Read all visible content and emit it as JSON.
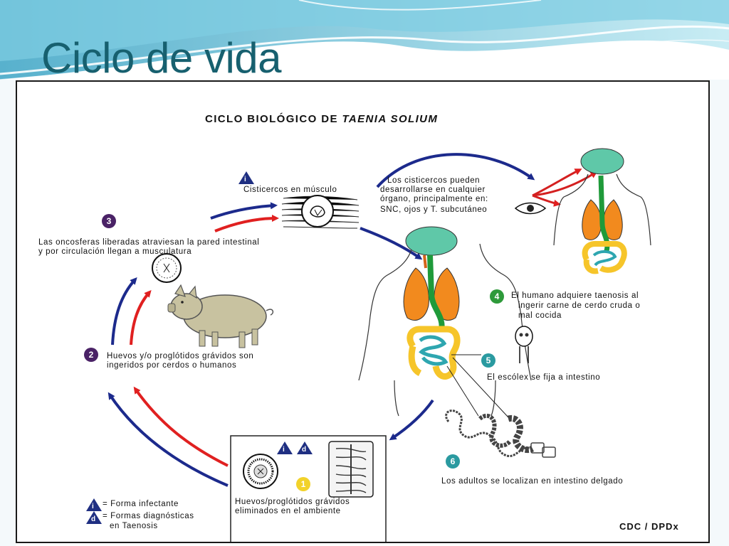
{
  "slide": {
    "title": "Ciclo de vida"
  },
  "diagram": {
    "heading_prefix": "CICLO BIOLÓGICO DE ",
    "heading_species": "TAENIA SOLIUM",
    "credit": "CDC / DPDx",
    "legend": {
      "infective_letter": "i",
      "infective_text": "= Forma infectante",
      "diagnostic_letter": "d",
      "diagnostic_text_1": "= Formas diagnósticas",
      "diagnostic_text_2": "en Taenosis"
    },
    "stages": [
      {
        "number": "1",
        "lines": [
          "Huevos/proglótidos grávidos",
          "eliminados en el ambiente"
        ],
        "color": "#f2d22a"
      },
      {
        "number": "2",
        "lines": [
          "Huevos y/o proglótidos grávidos son",
          "ingeridos por cerdos o humanos"
        ],
        "color": "#4a2266"
      },
      {
        "number": "3",
        "lines": [
          "Las oncosferas liberadas atraviesan la pared intestinal",
          "y por circulación llegan a musculatura"
        ],
        "color": "#4a2266"
      },
      {
        "number": "",
        "lines": [
          "Cisticercos   en músculo"
        ],
        "color": "#1f4ea0"
      },
      {
        "number": "",
        "lines": [
          "Los cisticercos pueden",
          "desarrollarse en cualquier",
          "órgano, principalmente en:",
          "SNC, ojos y T. subcutáneo"
        ],
        "color": "#1f4ea0"
      },
      {
        "number": "4",
        "lines": [
          "El humano adquiere taenosis al",
          "ingerir carne de cerdo cruda o",
          "mal cocida"
        ],
        "color": "#2e9a3a"
      },
      {
        "number": "5",
        "lines": [
          "El escólex se fija a intestino"
        ],
        "color": "#2a9aa0"
      },
      {
        "number": "6",
        "lines": [
          "Los adultos se localizan en intestino delgado"
        ],
        "color": "#2a9aa0"
      }
    ],
    "badge_letters": {
      "i": "i",
      "d": "d"
    }
  },
  "colors": {
    "title": "#17606f",
    "arrow_blue": "#1c2a8c",
    "arrow_red": "#e02020",
    "brain": "#5fc8a8",
    "lungs": "#f28a1e",
    "intestine_large": "#f6c52a",
    "intestine_small": "#2ea6b0",
    "esophagus": "#1f9a3a"
  },
  "icons": [
    "triangle-badge-i-icon",
    "triangle-badge-d-icon",
    "pig-icon",
    "egg-icon",
    "scolex-icon",
    "tapeworm-icon",
    "human-body-icon",
    "muscle-cyst-icon",
    "eye-icon",
    "proglottid-icon"
  ]
}
